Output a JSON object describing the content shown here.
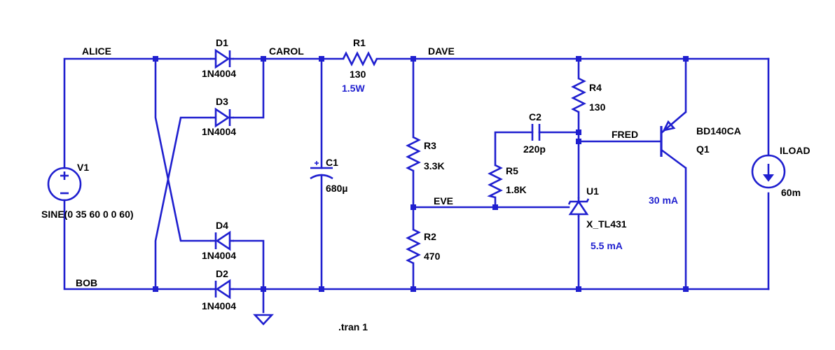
{
  "nets": {
    "alice": "ALICE",
    "bob": "BOB",
    "carol": "CAROL",
    "dave": "DAVE",
    "eve": "EVE",
    "fred": "FRED"
  },
  "components": {
    "d1": {
      "name": "D1",
      "model": "1N4004"
    },
    "d2": {
      "name": "D2",
      "model": "1N4004"
    },
    "d3": {
      "name": "D3",
      "model": "1N4004"
    },
    "d4": {
      "name": "D4",
      "model": "1N4004"
    },
    "r1": {
      "name": "R1",
      "value": "130",
      "note": "1.5W"
    },
    "r2": {
      "name": "R2",
      "value": "470"
    },
    "r3": {
      "name": "R3",
      "value": "3.3K"
    },
    "r4": {
      "name": "R4",
      "value": "130"
    },
    "r5": {
      "name": "R5",
      "value": "1.8K"
    },
    "c1": {
      "name": "C1",
      "value": "680µ"
    },
    "c2": {
      "name": "C2",
      "value": "220p"
    },
    "v1": {
      "name": "V1",
      "value": "SINE(0 35 60 0 0 60)"
    },
    "u1": {
      "name": "U1",
      "model": "X_TL431",
      "note": "5.5 mA"
    },
    "q1": {
      "name": "Q1",
      "model": "BD140CA",
      "note": "30 mA"
    },
    "iload": {
      "name": "ILOAD",
      "value": "60m"
    }
  },
  "directive": ".tran 1",
  "colors": {
    "wire": "#1f1fcf",
    "text": "#000000",
    "annotation": "#1f1fcf"
  }
}
